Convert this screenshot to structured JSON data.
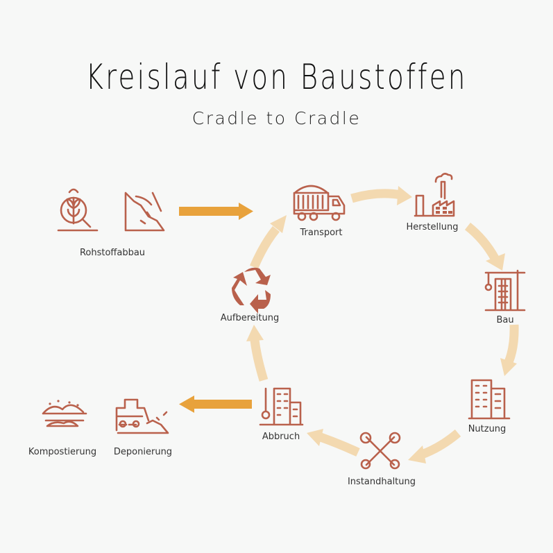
{
  "title": "Kreislauf von Baustoffen",
  "subtitle": "Cradle to Cradle",
  "colors": {
    "icon": "#b9614c",
    "cycle_arrow": "#f3d9b0",
    "side_arrow": "#e8a23c",
    "background": "#f7f8f7"
  },
  "stages": {
    "rohstoffabbau": "Rohstoffabbau",
    "transport": "Transport",
    "herstellung": "Herstellung",
    "bau": "Bau",
    "nutzung": "Nutzung",
    "instandhaltung": "Instandhaltung",
    "abbruch": "Abbruch",
    "aufbereitung": "Aufbereitung",
    "deponierung": "Deponierung",
    "kompostierung": "Kompostierung"
  }
}
